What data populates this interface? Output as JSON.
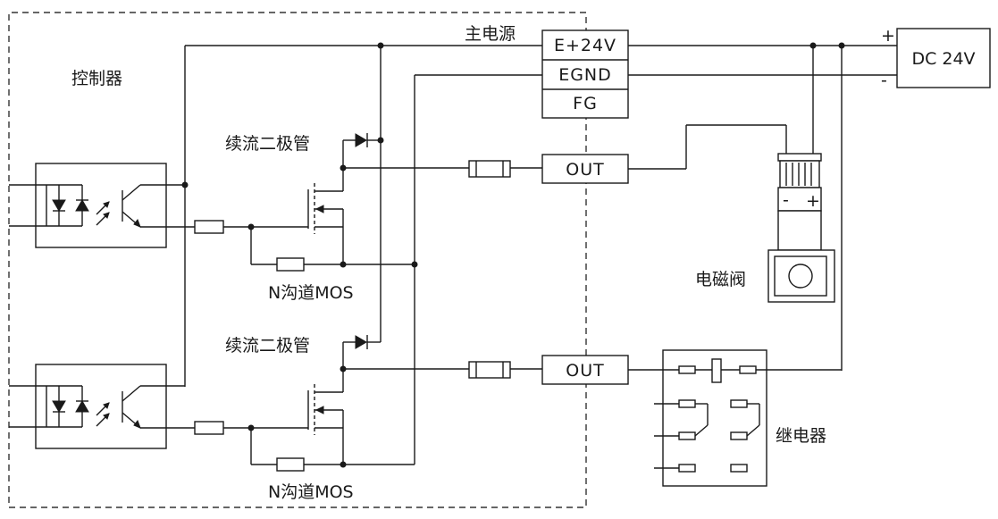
{
  "controller_label": "控制器",
  "main_power_label": "主电源",
  "terminals": {
    "e24v": "E+24V",
    "egnd": "EGND",
    "fg": "FG",
    "out1": "OUT",
    "out2": "OUT"
  },
  "diode_label_1": "续流二极管",
  "diode_label_2": "续流二极管",
  "mos_label_1": "N沟道MOS",
  "mos_label_2": "N沟道MOS",
  "supply": {
    "label": "DC 24V",
    "plus": "+",
    "minus": "-"
  },
  "solenoid": {
    "label": "电磁阀",
    "minus": "-",
    "plus": "+"
  },
  "relay_label": "继电器"
}
